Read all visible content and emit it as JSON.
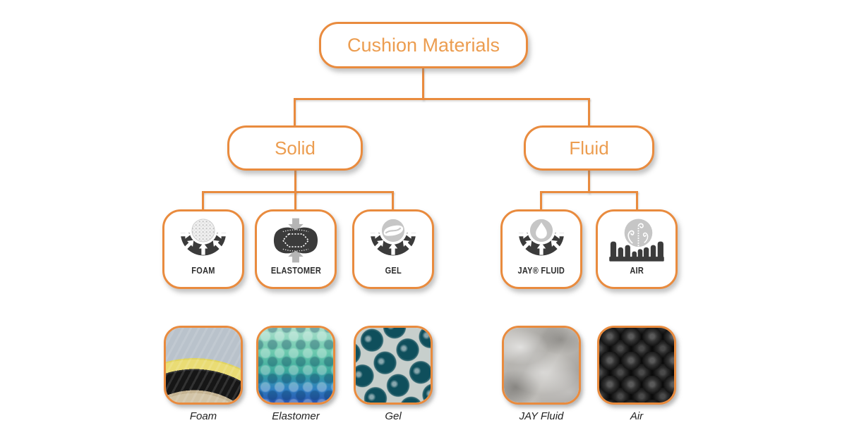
{
  "diagram": {
    "title": "Cushion Materials",
    "branches": [
      {
        "label": "Solid"
      },
      {
        "label": "Fluid"
      }
    ],
    "materials": [
      {
        "id": "foam",
        "parent": "Solid",
        "icon": "foam-compression-icon",
        "icon_label": "FOAM",
        "caption": "Foam"
      },
      {
        "id": "elastomer",
        "parent": "Solid",
        "icon": "elastomer-compression-icon",
        "icon_label": "ELASTOMER",
        "caption": "Elastomer"
      },
      {
        "id": "gel",
        "parent": "Solid",
        "icon": "gel-compression-icon",
        "icon_label": "GEL",
        "caption": "Gel"
      },
      {
        "id": "jay-fluid",
        "parent": "Fluid",
        "icon": "fluid-drop-icon",
        "icon_label": "JAY® FLUID",
        "caption": "JAY Fluid"
      },
      {
        "id": "air",
        "parent": "Fluid",
        "icon": "air-cells-icon",
        "icon_label": "AIR",
        "caption": "Air"
      }
    ],
    "colors": {
      "accent_orange": "#E98B3E",
      "accent_text_orange": "#EC9D50",
      "icon_dark": "#3B3B3B",
      "icon_gray": "#C6C6C6",
      "label_text": "#2D2D2D"
    }
  }
}
